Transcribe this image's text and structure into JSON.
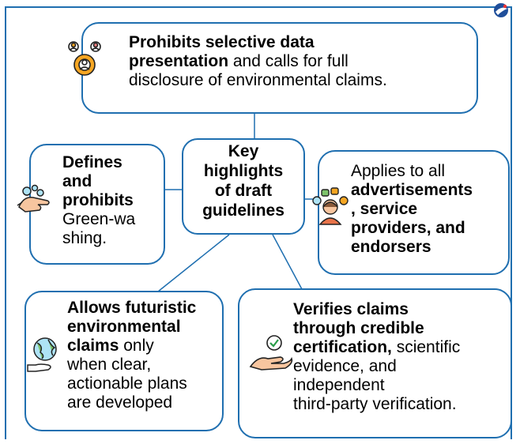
{
  "center": {
    "l1": "Key",
    "l2": "highlights",
    "l3": "of draft",
    "l4": "guidelines"
  },
  "top": {
    "bold1": "Prohibits selective data",
    "bold2": "presentation",
    "rest": " and calls for full",
    "line3": "disclosure of environmental claims."
  },
  "left": {
    "l1": "Defines",
    "l2": "and",
    "l3": "prohibits",
    "l4": "Green-wa",
    "l5": "shing."
  },
  "right": {
    "l1": "Applies to all",
    "l2": "advertisements",
    "l3": ", service",
    "l4": "providers, and",
    "l5": "endorsers"
  },
  "bottom_left": {
    "l1": "Allows futuristic",
    "l2": "environmental",
    "l3b": "claims",
    "l3r": " only",
    "l4": "when clear,",
    "l5": "actionable plans",
    "l6": "are developed"
  },
  "bottom_right": {
    "l1": "Verifies claims",
    "l2": "through credible",
    "l3b": "certification,",
    "l3r": " scientific",
    "l4": "evidence, and",
    "l5": "independent",
    "l6": "third-party verification."
  },
  "icons": [
    "team-gear-icon",
    "washing-hands-icon",
    "people-chat-icon",
    "globe-hand-icon",
    "hand-check-icon",
    "brand-logo-icon"
  ],
  "colors": {
    "border": "#1f6fb0",
    "icon_orange": "#f5a623",
    "icon_green": "#7dc36b"
  }
}
